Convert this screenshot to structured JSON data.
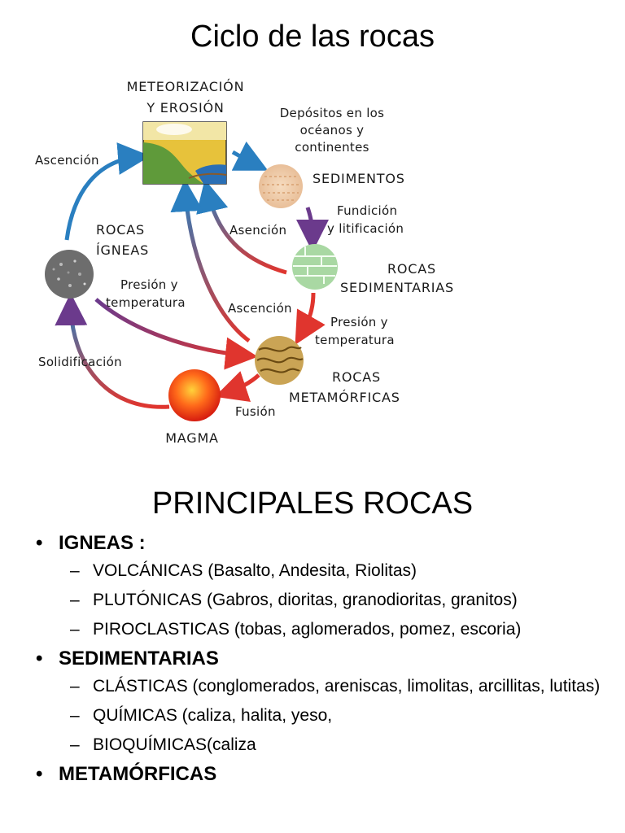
{
  "titles": {
    "cycle": "Ciclo de las rocas",
    "main": "PRINCIPALES ROCAS"
  },
  "diagram": {
    "meteorizacion_1": "METEORIZACIÓN",
    "meteorizacion_2": "Y EROSIÓN",
    "depositos_1": "Depósitos en los",
    "depositos_2": "océanos y",
    "depositos_3": "continentes",
    "sedimentos": "SEDIMENTOS",
    "fundicion_1": "Fundición",
    "fundicion_2": "y litificación",
    "asencion": "Asención",
    "ascencion_left": "Ascención",
    "ascencion_mid": "Ascención",
    "rocas_igneas_1": "ROCAS",
    "rocas_igneas_2": "ÍGNEAS",
    "rocas_sed_1": "ROCAS",
    "rocas_sed_2": "SEDIMENTARIAS",
    "presion_left_1": "Presión y",
    "presion_left_2": "temperatura",
    "presion_right_1": "Presión y",
    "presion_right_2": "temperatura",
    "rocas_met_1": "ROCAS",
    "rocas_met_2": "METAMÓRFICAS",
    "solidificacion": "Solidificación",
    "fusion": "Fusión",
    "magma": "MAGMA"
  },
  "list": [
    {
      "heading": "IGNEAS :",
      "items": [
        "VOLCÁNICAS (Basalto, Andesita, Riolitas)",
        "PLUTÓNICAS (Gabros, dioritas, granodioritas, granitos)",
        "PIROCLASTICAS (tobas, aglomerados, pomez, escoria)"
      ]
    },
    {
      "heading": "SEDIMENTARIAS",
      "items": [
        "CLÁSTICAS (conglomerados, areniscas, limolitas, arcillitas, lutitas)",
        "QUÍMICAS (caliza, halita, yeso,",
        "BIOQUÍMICAS(caliza"
      ]
    },
    {
      "heading": "METAMÓRFICAS",
      "items": []
    }
  ],
  "colors": {
    "arrow_blue": "#2a7fc0",
    "arrow_red": "#e0352e",
    "arrow_purple": "#6b3a8c"
  }
}
